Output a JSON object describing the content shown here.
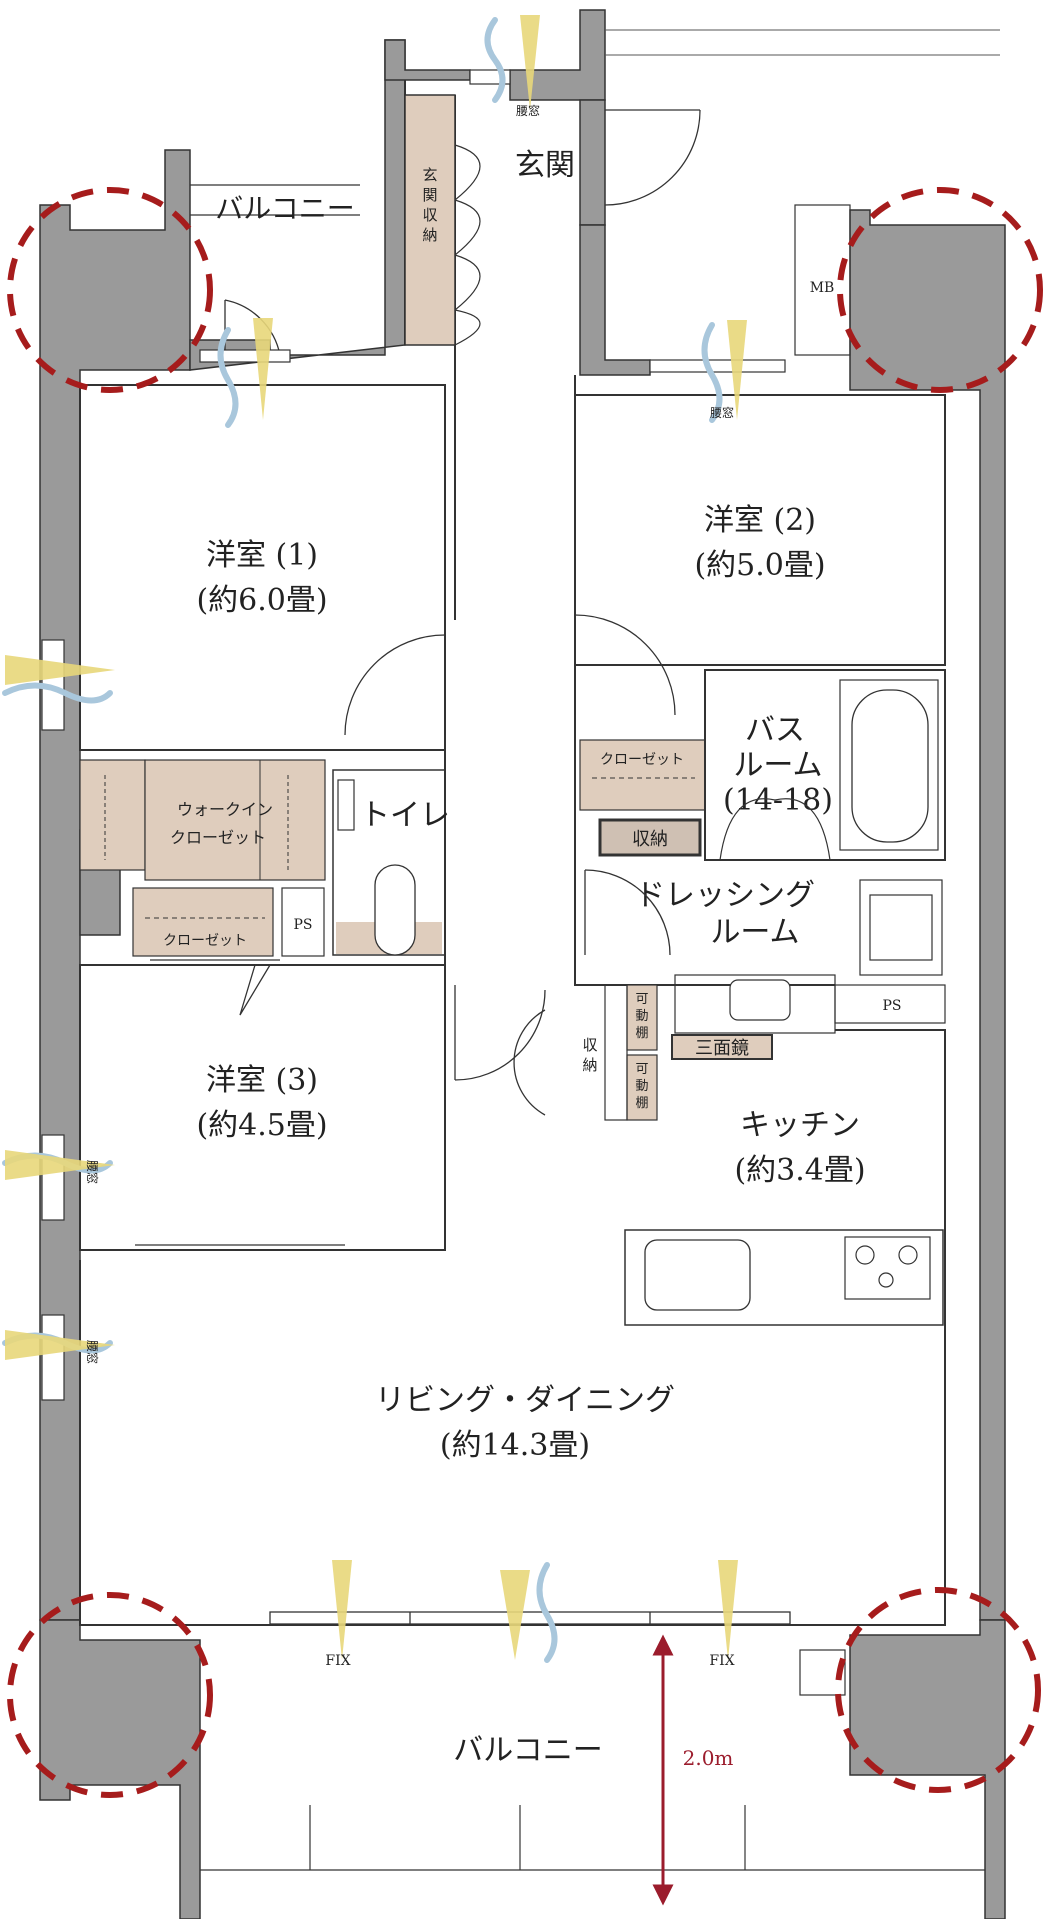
{
  "rooms": {
    "entrance": "玄関",
    "entrance_storage": [
      "玄",
      "関",
      "収",
      "納"
    ],
    "balcony_top": "バルコニー",
    "mb": "MB",
    "waist_window": "腰窓",
    "room1": {
      "name": "洋室 (1)",
      "size": "(約6.0畳)"
    },
    "room2": {
      "name": "洋室 (2)",
      "size": "(約5.0畳)"
    },
    "room3": {
      "name": "洋室 (3)",
      "size": "(約4.5畳)"
    },
    "walkin": [
      "ウォークイン",
      "クローゼット"
    ],
    "closet": "クローゼット",
    "ps": "PS",
    "toilet": "トイレ",
    "bath": [
      "バス",
      "ルーム",
      "(14-18)"
    ],
    "storage": "収納",
    "dressing": [
      "ドレッシング",
      "ルーム"
    ],
    "movable_shelf": [
      "可",
      "動",
      "棚"
    ],
    "storage_vertical": [
      "収",
      "納"
    ],
    "triple_mirror": "三面鏡",
    "kitchen": {
      "name": "キッチン",
      "size": "(約3.4畳)"
    },
    "living": {
      "name": "リビング・ダイニング",
      "size": "(約14.3畳)"
    },
    "fix": "FIX",
    "balcony_bottom": "バルコニー",
    "depth": "2.0m"
  },
  "colors": {
    "wall": "#9a9a9a",
    "storage_fill": "#dfcdbd",
    "wind": "#a9c7dc",
    "light": "#e8d77a",
    "highlight_circle": "#a61c1c",
    "dimension": "#9b1c2c"
  }
}
